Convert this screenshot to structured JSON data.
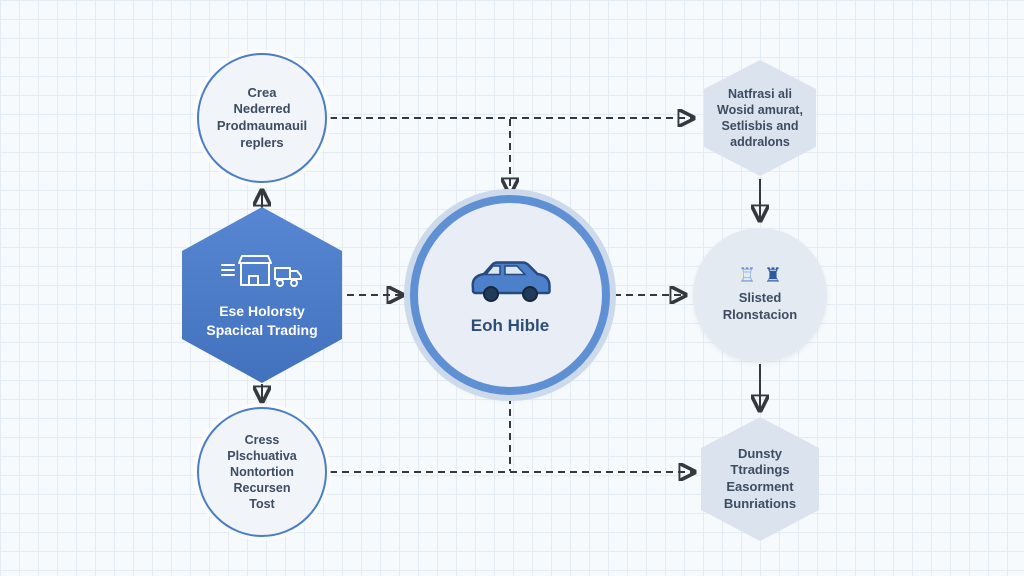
{
  "diagram": {
    "nodes": {
      "top_left_circle": {
        "shape": "circle",
        "lines": [
          "Crea",
          "Nederred",
          "Prodmaumauil",
          "replers"
        ]
      },
      "top_right_hexagon": {
        "shape": "hexagon",
        "lines": [
          "Natfrasi ali",
          "Wosid amurat,",
          "Setlisbis and",
          "addralons"
        ]
      },
      "left_hexagon": {
        "shape": "hexagon",
        "icon": "storefront-truck-icon",
        "lines": [
          "Ese Holorsty",
          "Spacical Trading"
        ]
      },
      "center_circle": {
        "shape": "circle",
        "icon": "car-icon",
        "lines": [
          "Eoh Hible"
        ]
      },
      "right_circle": {
        "shape": "circle",
        "icons": [
          "crown-outline-icon",
          "crown-solid-icon"
        ],
        "lines": [
          "Slisted",
          "Rlonstacion"
        ]
      },
      "bottom_left_circle": {
        "shape": "circle",
        "lines": [
          "Cress",
          "Plschuativa",
          "Nontortion",
          "Recursen",
          "Tost"
        ]
      },
      "bottom_right_hexagon": {
        "shape": "hexagon",
        "lines": [
          "Dunsty",
          "Ttradings",
          "Easorment",
          "Bunriations"
        ]
      }
    },
    "icon_glyphs": {
      "crown_outline": "♖",
      "crown_solid": "♜"
    },
    "edges": [
      {
        "from": "top_left_circle",
        "to": "top_right_hexagon",
        "style": "dashed"
      },
      {
        "from": "top_left_circle",
        "to": "center_circle",
        "style": "dashed"
      },
      {
        "from": "top_right_hexagon",
        "to": "right_circle",
        "style": "solid"
      },
      {
        "from": "left_hexagon",
        "to": "top_left_circle",
        "style": "solid"
      },
      {
        "from": "left_hexagon",
        "to": "bottom_left_circle",
        "style": "solid"
      },
      {
        "from": "left_hexagon",
        "to": "center_circle",
        "style": "dashed"
      },
      {
        "from": "center_circle",
        "to": "right_circle",
        "style": "dashed"
      },
      {
        "from": "right_circle",
        "to": "bottom_right_hexagon",
        "style": "solid"
      },
      {
        "from": "bottom_left_circle",
        "to": "bottom_right_hexagon",
        "style": "dashed"
      },
      {
        "from": "center_circle",
        "to": "bottom_connector",
        "style": "dashed"
      }
    ],
    "colors": {
      "background": "#f7fafc",
      "grid_line": "#e3ecf3",
      "primary_blue": "#4a7cc9",
      "ring_blue": "#6090d4",
      "ring_halo": "#ccdaec",
      "node_light_fill": "#e3eaf2",
      "hexagon_light_fill": "#dbe4ee",
      "text_dark": "#3d4c61",
      "text_center": "#2d4d77",
      "arrow": "#34393f"
    }
  }
}
